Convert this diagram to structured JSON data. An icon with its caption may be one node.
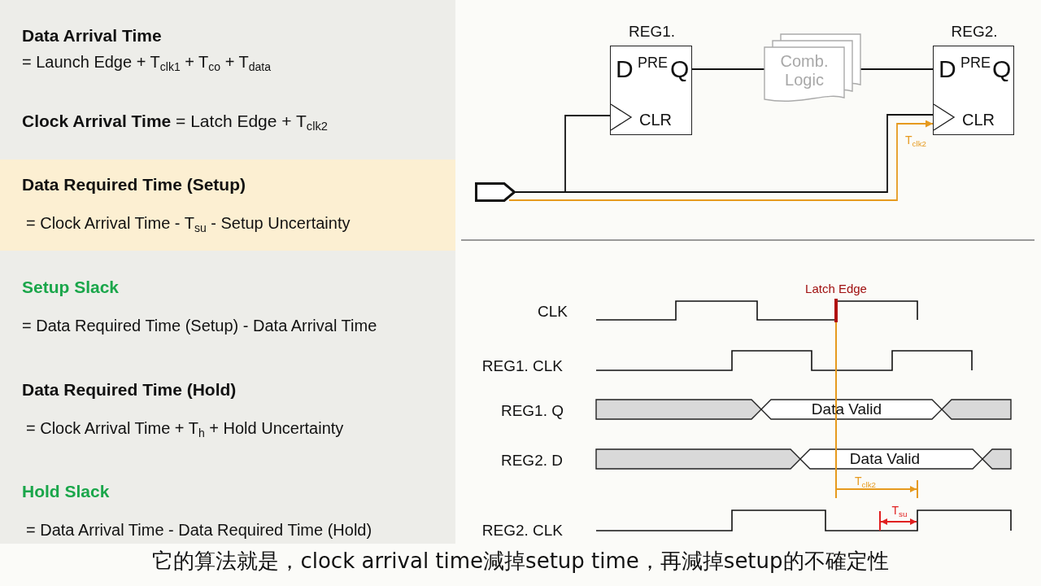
{
  "diagram": {
    "caption": "它的算法就是，clock arrival time減掉setup time，再減掉setup的不確定性",
    "nodes": [
      {
        "text": [
          "REG1.",
          "D",
          "PRE",
          "Q",
          "CLR"
        ]
      },
      {
        "text": [
          "Comb. Logic"
        ]
      },
      {
        "text": [
          "REG2.",
          "D",
          "PRE",
          "Q",
          "CLR"
        ]
      },
      {
        "text": [],
        "shape": "pentagon"
      }
    ],
    "edges": [
      {
        "from": 0,
        "to": 1,
        "arrow": "none"
      },
      {
        "from": 1,
        "to": 2,
        "arrow": "none"
      },
      {
        "from": 3,
        "to": 0,
        "arrow": "none"
      },
      {
        "from": 3,
        "to": 2,
        "arrow": "none"
      },
      {
        "from": 3,
        "to": 2,
        "arrow": "to",
        "color": "#e69a1e",
        "label": "T$_{clk2}$"
      }
    ],
    "labels": [
      "Data Arrival Time",
      "= Launch Edge + T$_{clk1}$ + T$_{co}$ + T$_{data}$",
      "**Clock Arrival Time** = Latch Edge + T$_{clk2}$",
      "Data Required Time (Setup)",
      "= Clock Arrival Time - T$_{su}$ - Setup Uncertainty",
      "Setup Slack",
      "= Data Required Time (Setup) - Data Arrival Time",
      "Data Required Time (Hold)",
      "= Clock Arrival Time + T$_{h}$ + Hold Uncertainty",
      "Hold Slack",
      "= Data Arrival Time - Data Required Time (Hold)",
      "Latch Edge",
      "CLK",
      "REG1. CLK",
      "REG1. Q",
      "Data Valid",
      "REG2. D",
      "Data Valid",
      "T$_{clk2}$",
      "REG2. CLK",
      "T$_{su}$"
    ]
  }
}
